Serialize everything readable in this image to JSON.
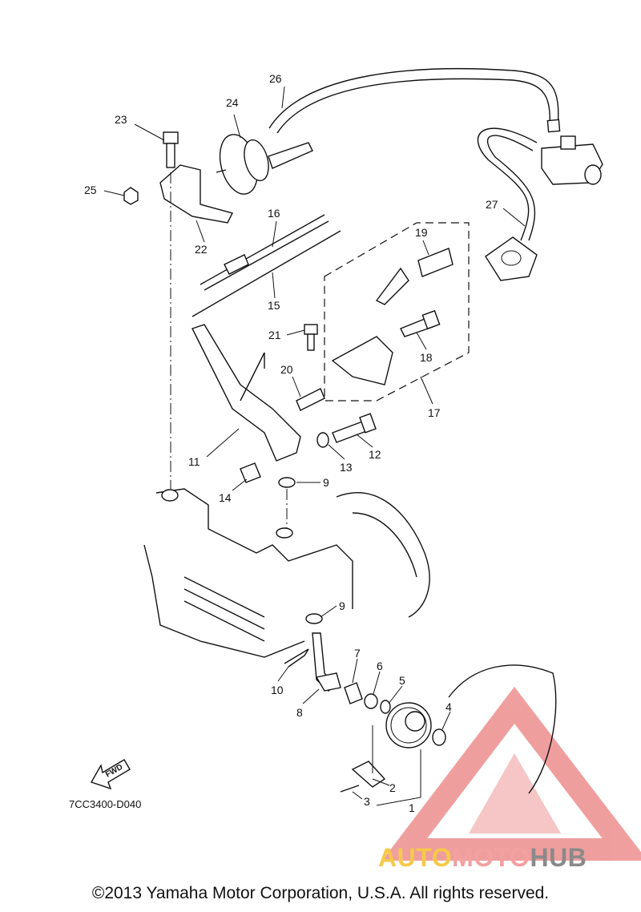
{
  "callouts": [
    "26",
    "24",
    "23",
    "25",
    "22",
    "16",
    "15",
    "19",
    "21",
    "18",
    "20",
    "17",
    "11",
    "12",
    "13",
    "14",
    "9",
    "9",
    "7",
    "6",
    "5",
    "10",
    "8",
    "4",
    "2",
    "3",
    "1",
    "27"
  ],
  "diagram_code": "7CC3400-D040",
  "fwd_label": "FWD",
  "copyright": "©2013 Yamaha Motor Corporation, U.S.A. All rights reserved.",
  "watermark": {
    "part1": "AUTO",
    "part2": "MOTO",
    "part3": "HUB"
  },
  "colors": {
    "line": "#111111",
    "watermark_red": "#e35050",
    "watermark_yellow": "#f6c94a",
    "watermark_gray": "#8a8a8a"
  }
}
